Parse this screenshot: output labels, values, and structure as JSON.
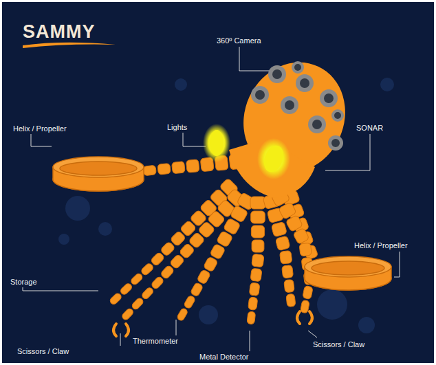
{
  "diagram": {
    "title": "SAMMY",
    "labels": [
      "360º Camera",
      "Lights",
      "SONAR",
      "Helix / Propeller",
      "Helix / Propeller",
      "Storage",
      "Scissors / Claw",
      "Thermometer",
      "Metal Detector",
      "Scissors / Claw"
    ]
  }
}
